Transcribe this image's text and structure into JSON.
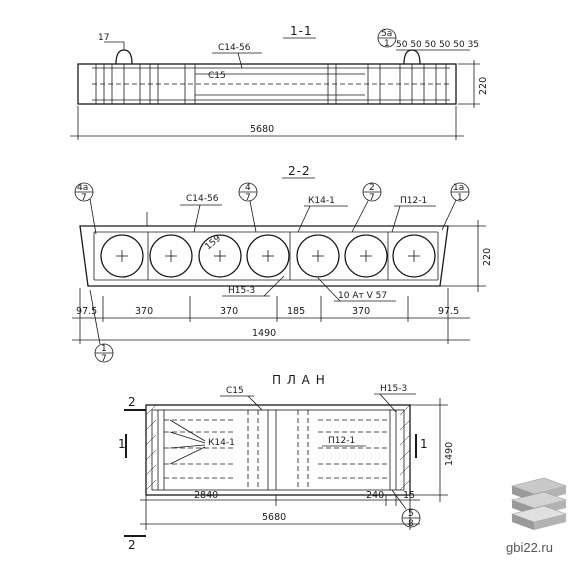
{
  "section_1": {
    "title": "1-1",
    "label_top_left": "17",
    "label_frame": "С14-56",
    "label_frame2": "С15",
    "marker": {
      "top": "5a",
      "bottom": "1"
    },
    "spacing": "50 50 50 50 50 35",
    "dim_height": "220",
    "dim_length": "5680"
  },
  "section_2": {
    "title": "2-2",
    "labels": {
      "frame": "С14-56",
      "k": "К14-1",
      "p": "П12-1",
      "n": "Н15-3",
      "rebar": "10 Ат V 57",
      "hole": "159"
    },
    "markers": [
      {
        "top": "4a",
        "bottom": "7"
      },
      {
        "top": "4",
        "bottom": "7"
      },
      {
        "top": "2",
        "bottom": "7"
      },
      {
        "top": "1a",
        "bottom": "1"
      },
      {
        "top": "1",
        "bottom": "7"
      }
    ],
    "dims": [
      "97.5",
      "370",
      "370",
      "185",
      "370",
      "97.5"
    ],
    "dim_total": "1490",
    "dim_height": "220"
  },
  "plan": {
    "title": "П Л А Н",
    "labels": {
      "c15": "С15",
      "n": "Н15-3",
      "k": "К14-1",
      "p": "П12-1"
    },
    "cut_mark_2": "2",
    "cut_mark_1": "1",
    "dims": {
      "left": "2840",
      "mid": "240",
      "right": "15",
      "total": "5680",
      "width": "1490"
    },
    "marker": {
      "top": "5",
      "bottom": "8"
    }
  },
  "watermark": {
    "site": "gbi22.ru"
  }
}
